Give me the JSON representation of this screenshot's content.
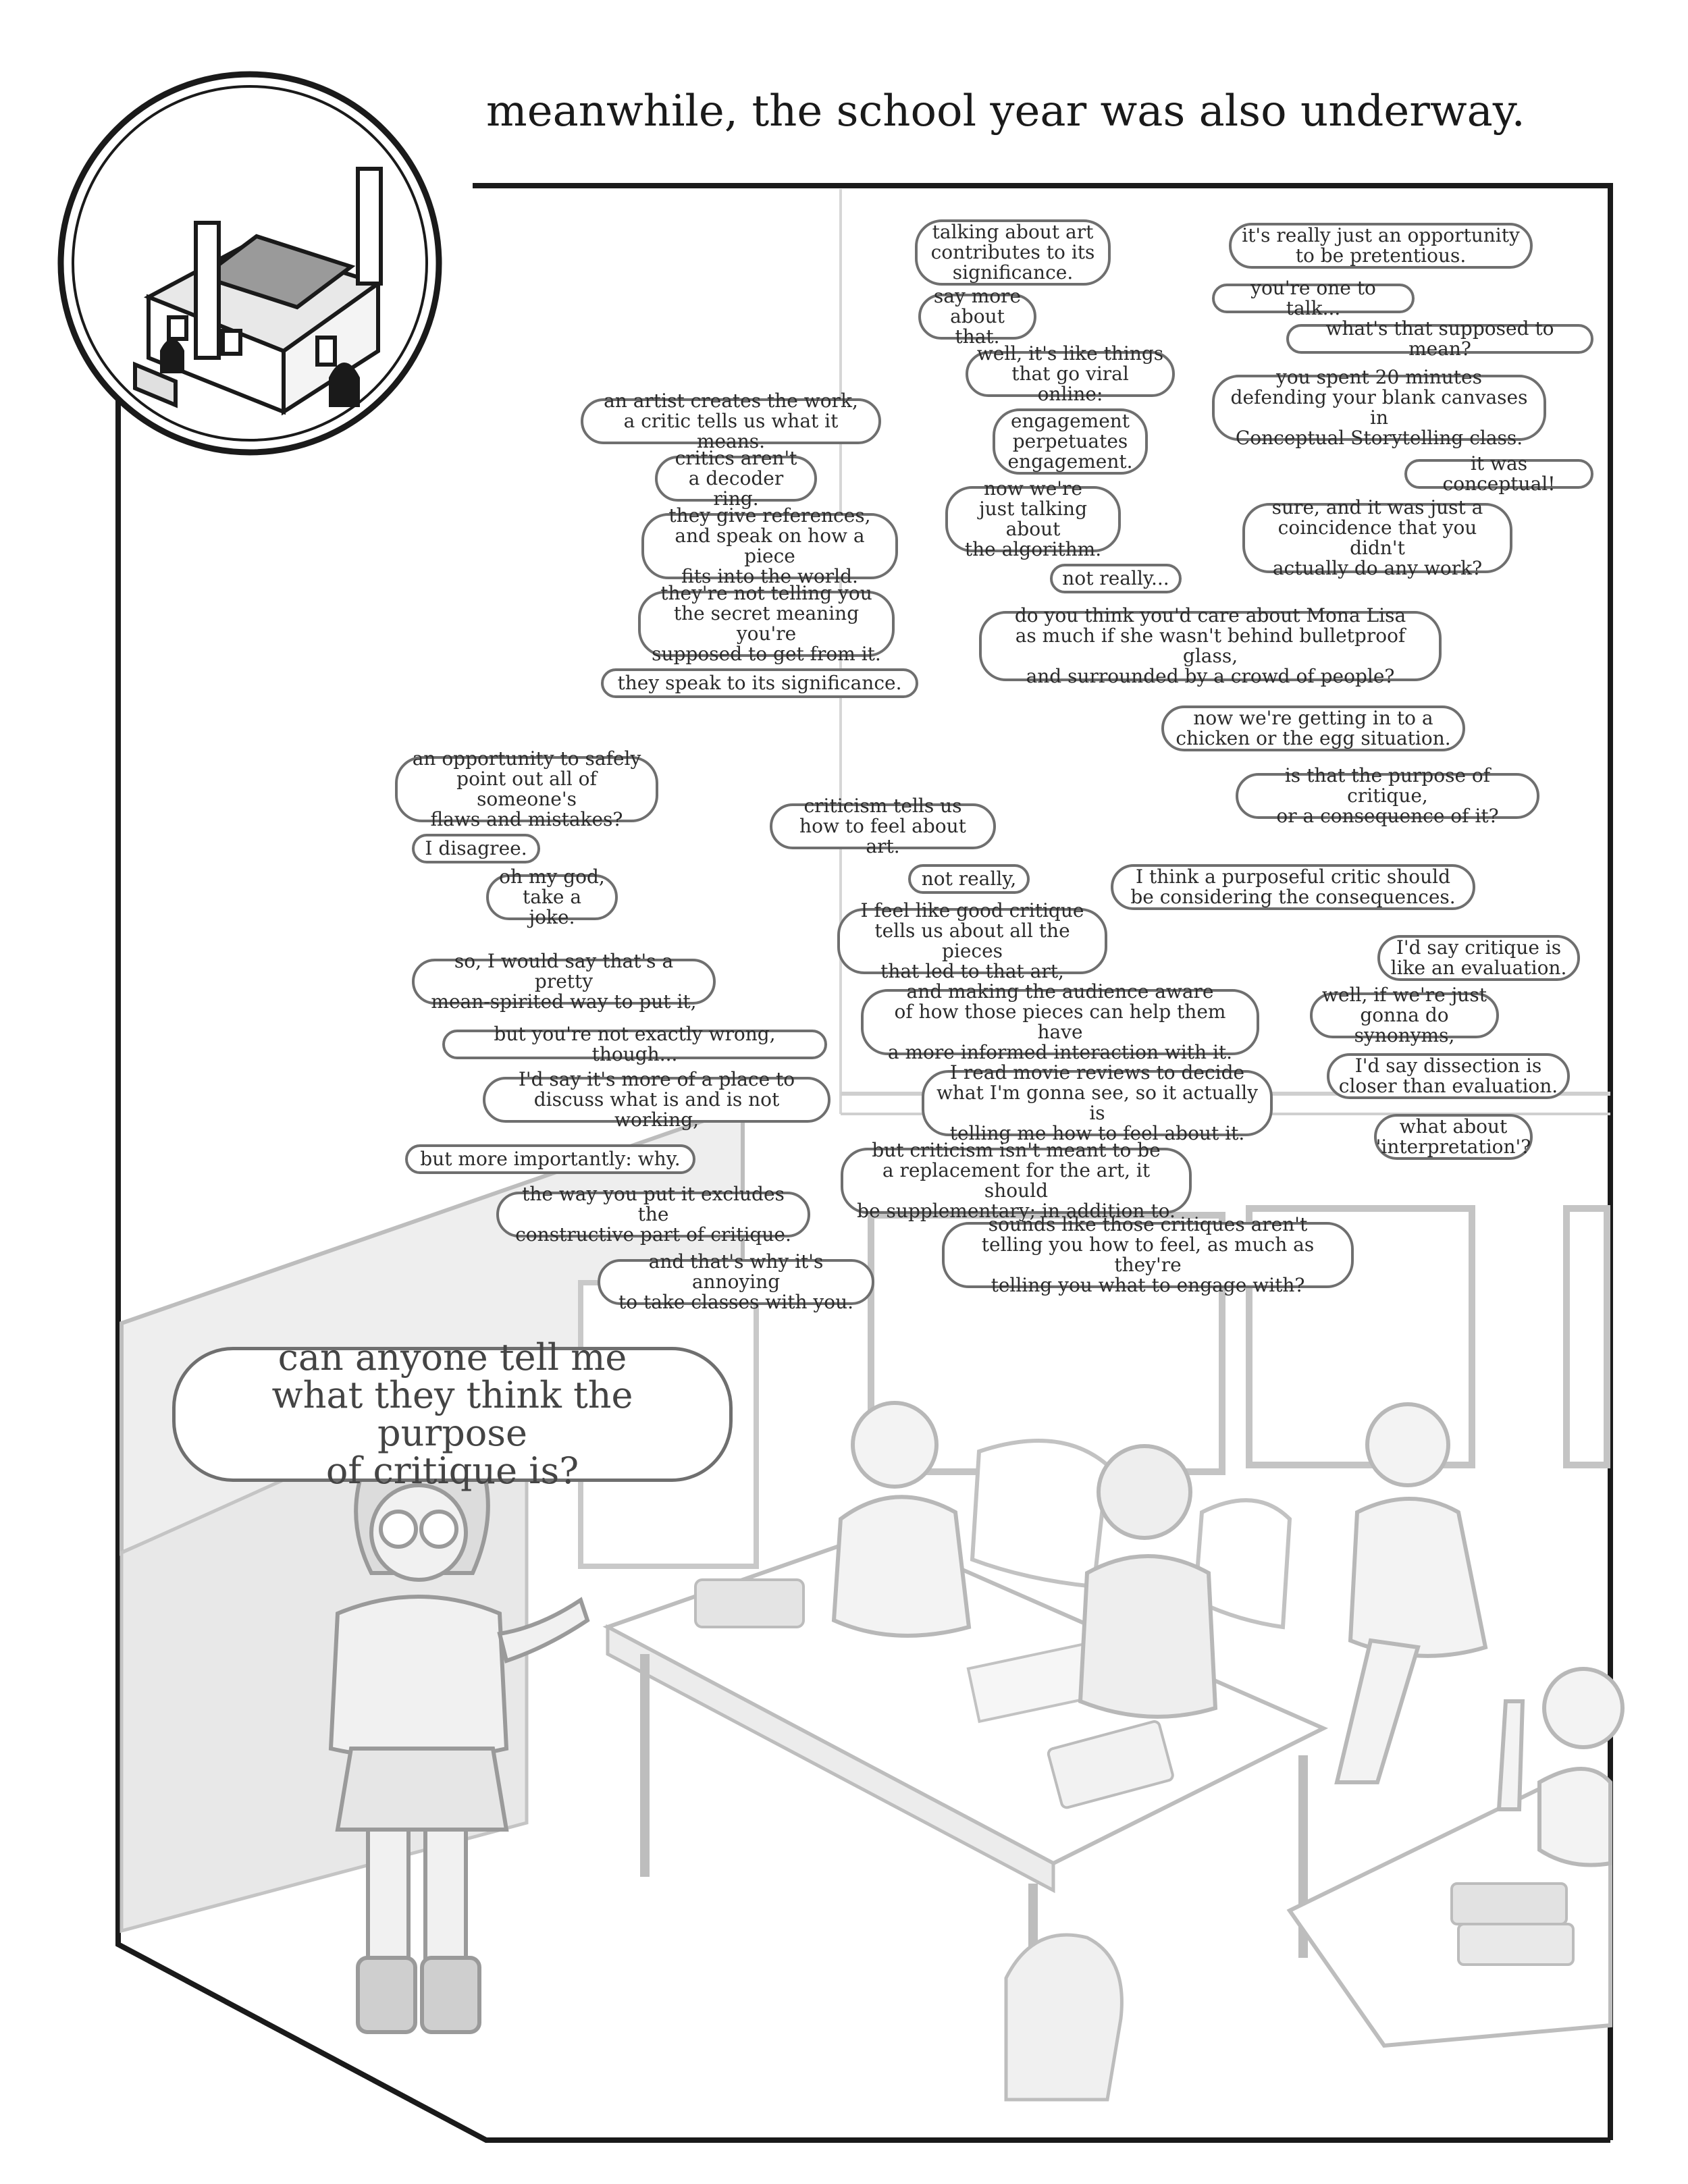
{
  "caption": "meanwhile, the school year was also underway.",
  "teacher_question": "can anyone tell me\nwhat they think the purpose\nof critique is?",
  "bubbles": [
    "an artist creates the work,\na critic tells us what it means.",
    "critics aren't\na decoder ring.",
    "they give references,\nand speak on how a piece\nfits into the world.",
    "they're not telling you\nthe secret meaning you're\nsupposed to get from it.",
    "they speak to its significance.",
    "talking about art\ncontributes to its\nsignificance.",
    "say more\nabout that.",
    "well, it's like things\nthat go viral online:",
    "engagement\nperpetuates\nengagement.",
    "now we're\njust talking about\nthe algorithm.",
    "not really...",
    "do you think you'd care about Mona Lisa\nas much if she wasn't behind bulletproof glass,\nand surrounded by a crowd of people?",
    "now we're getting in to a\nchicken or the egg situation.",
    "is that the purpose of critique,\nor a consequence of it?",
    "I think a purposeful critic should\nbe considering the consequences.",
    "it's really just an opportunity\nto be pretentious.",
    "you're one to talk...",
    "what's that supposed to mean?",
    "you spent 20 minutes\ndefending your blank canvases in\nConceptual Storytelling class.",
    "it was conceptual!",
    "sure, and it was just a\ncoincidence that you didn't\nactually do any work?",
    "an opportunity to safely\npoint out all of someone's\nflaws and mistakes?",
    "I disagree.",
    "oh my god,\ntake a joke.",
    "so, I would say that's a pretty\nmean-spirited way to put it,",
    "but you're not exactly wrong, though...",
    "I'd say it's more of a place to\ndiscuss what is and is not working,",
    "but more importantly: why.",
    "the way you put it excludes the\nconstructive part of critique.",
    "and that's why it's annoying\nto take classes with you.",
    "criticism tells us\nhow to feel about art.",
    "not really,",
    "I feel like good critique\ntells us about all the pieces\nthat led to that art,",
    "and making the audience aware\nof how those pieces can help them have\na more informed interaction with it.",
    "I read movie reviews to decide\nwhat I'm gonna see, so it actually is\ntelling me how to feel about it.",
    "but criticism isn't meant to be\na replacement for the art, it should\nbe supplementary; in addition to.",
    "sounds like those critiques aren't\ntelling you how to feel, as much as they're\ntelling you what to engage with?",
    "I'd say critique is\nlike an evaluation.",
    "well, if we're just\ngonna do synonyms,",
    "I'd say dissection is\ncloser than evaluation.",
    "what about\n'interpretation'?"
  ],
  "colors": {
    "ink": "#1a1a1a",
    "bubble_border": "#6f6f6f",
    "scene_line": "#bdbdbd",
    "scene_fill": "#ececec"
  }
}
